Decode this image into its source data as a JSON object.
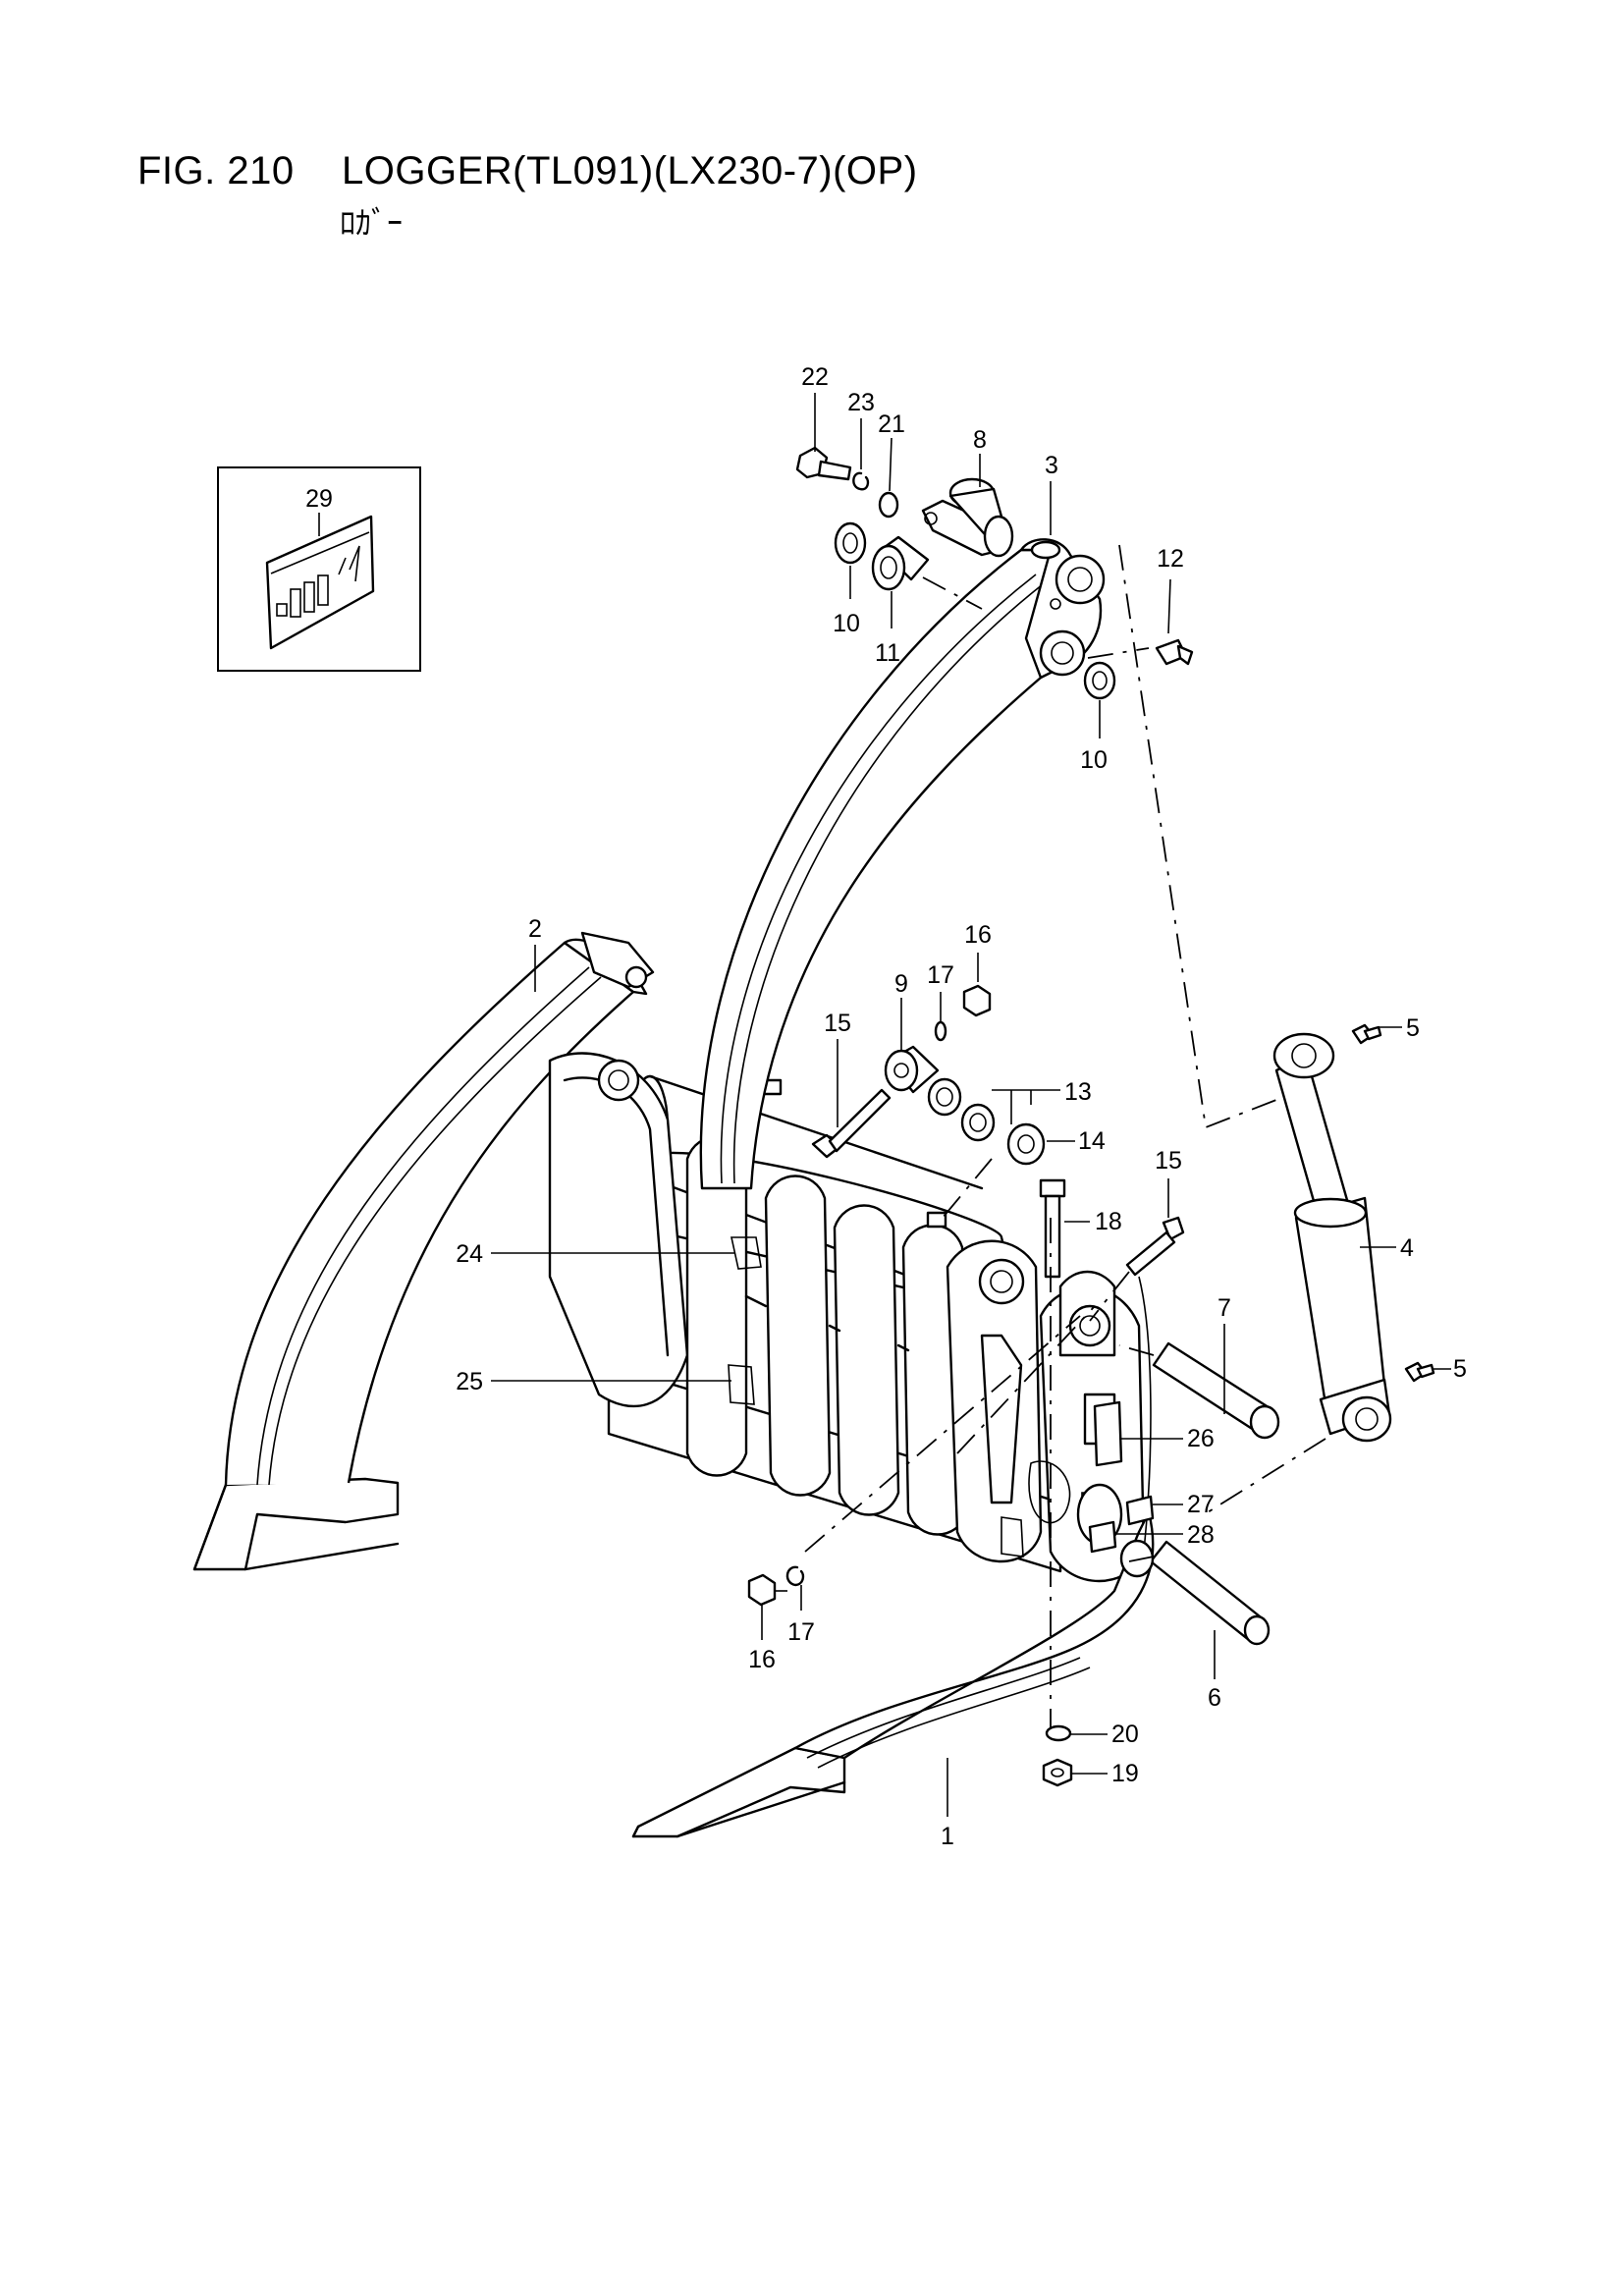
{
  "figure": {
    "number_label": "FIG. 210",
    "title": "LOGGER(TL091)(LX230-7)(OP)",
    "subtitle": "ﾛｶﾞｰ"
  },
  "callouts": [
    {
      "id": "c22",
      "label": "22"
    },
    {
      "id": "c23",
      "label": "23"
    },
    {
      "id": "c21",
      "label": "21"
    },
    {
      "id": "c8",
      "label": "8"
    },
    {
      "id": "c3",
      "label": "3"
    },
    {
      "id": "c29",
      "label": "29"
    },
    {
      "id": "c10a",
      "label": "10"
    },
    {
      "id": "c11",
      "label": "11"
    },
    {
      "id": "c12",
      "label": "12"
    },
    {
      "id": "c10b",
      "label": "10"
    },
    {
      "id": "c2",
      "label": "2"
    },
    {
      "id": "c16a",
      "label": "16"
    },
    {
      "id": "c17a",
      "label": "17"
    },
    {
      "id": "c9",
      "label": "9"
    },
    {
      "id": "c15a",
      "label": "15"
    },
    {
      "id": "c5a",
      "label": "5"
    },
    {
      "id": "c13",
      "label": "13"
    },
    {
      "id": "c14",
      "label": "14"
    },
    {
      "id": "c15b",
      "label": "15"
    },
    {
      "id": "c18",
      "label": "18"
    },
    {
      "id": "c4",
      "label": "4"
    },
    {
      "id": "c24",
      "label": "24"
    },
    {
      "id": "c7",
      "label": "7"
    },
    {
      "id": "c5b",
      "label": "5"
    },
    {
      "id": "c25",
      "label": "25"
    },
    {
      "id": "c26",
      "label": "26"
    },
    {
      "id": "c27",
      "label": "27"
    },
    {
      "id": "c28",
      "label": "28"
    },
    {
      "id": "c16b",
      "label": "16"
    },
    {
      "id": "c17b",
      "label": "17"
    },
    {
      "id": "c6",
      "label": "6"
    },
    {
      "id": "c20",
      "label": "20"
    },
    {
      "id": "c19",
      "label": "19"
    },
    {
      "id": "c1",
      "label": "1"
    }
  ]
}
